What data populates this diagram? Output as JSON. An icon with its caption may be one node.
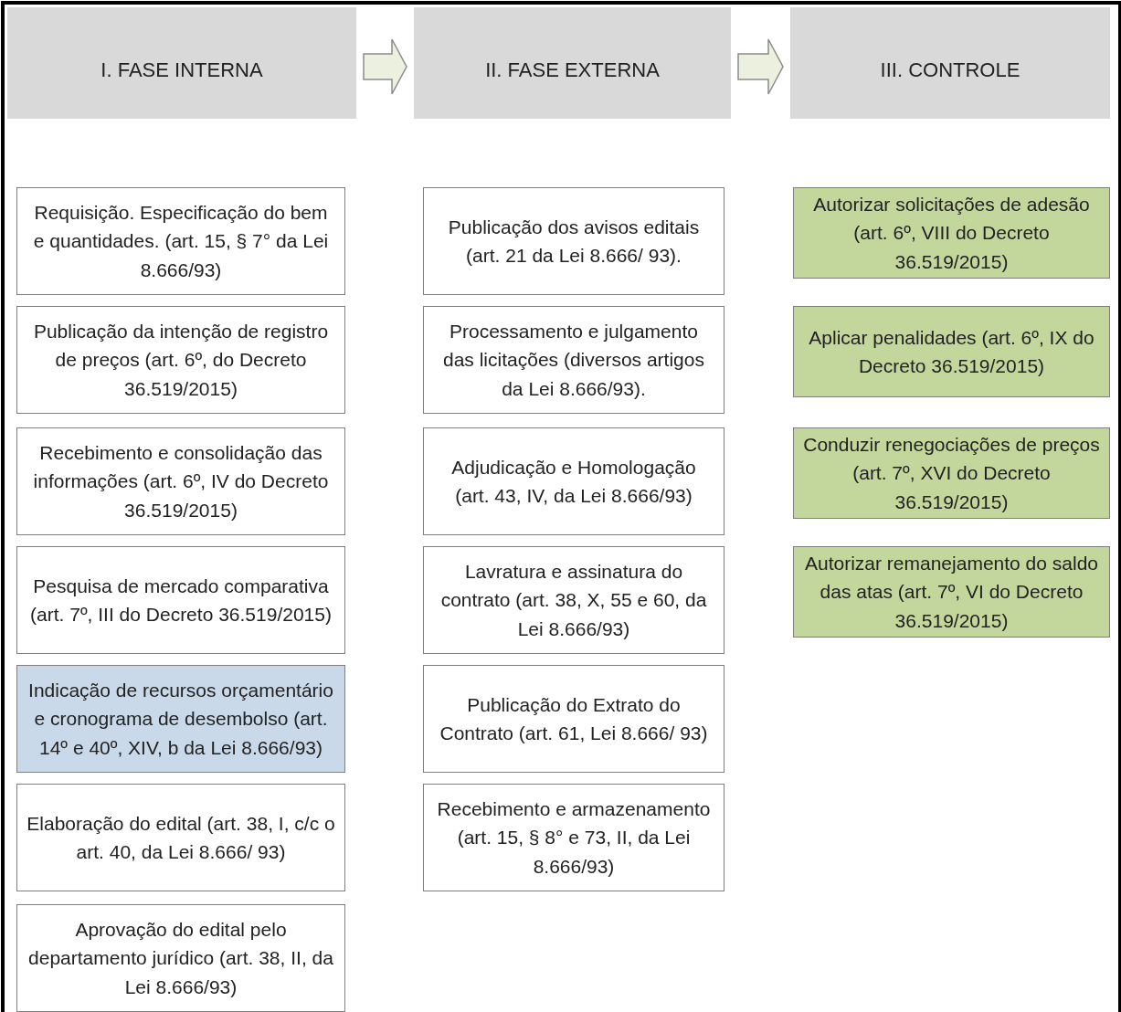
{
  "diagram": {
    "nodes": [
      {
        "text": [
          "I. FASE INTERNA"
        ]
      },
      {
        "text": [
          "II. FASE EXTERNA"
        ]
      },
      {
        "text": [
          "III. CONTROLE"
        ]
      },
      {
        "text": [
          "Requisição. Especificação do bem e quantidades. (art. 15, § 7° da Lei 8.666/93)"
        ]
      },
      {
        "text": [
          "Publicação da intenção de registro de preços (art. 6º, do Decreto 36.519/2015)"
        ]
      },
      {
        "text": [
          "Recebimento e consolidação das informações (art. 6º, IV do Decreto 36.519/2015)"
        ]
      },
      {
        "text": [
          "Pesquisa de mercado comparativa (art. 7º, III do Decreto 36.519/2015)"
        ]
      },
      {
        "text": [
          "Indicação de recursos orçamentário e cronograma de desembolso (art. 14º e 40º, XIV, b da Lei 8.666/93)"
        ]
      },
      {
        "text": [
          "Elaboração do edital (art. 38, I, c/c o art. 40, da Lei 8.666/ 93)"
        ]
      },
      {
        "text": [
          "Aprovação do edital pelo departamento jurídico (art. 38, II, da Lei 8.666/93)"
        ]
      },
      {
        "text": [
          "Publicação dos avisos editais (art. 21 da Lei 8.666/ 93)."
        ]
      },
      {
        "text": [
          "Processamento e julgamento das licitações (diversos artigos da Lei 8.666/93)."
        ]
      },
      {
        "text": [
          "Adjudicação e Homologação (art. 43, IV, da Lei 8.666/93)"
        ]
      },
      {
        "text": [
          "Lavratura e assinatura do contrato (art. 38, X, 55 e 60, da Lei 8.666/93)"
        ]
      },
      {
        "text": [
          "Publicação do Extrato do Contrato (art. 61, Lei 8.666/ 93)"
        ]
      },
      {
        "text": [
          "Recebimento e armazenamento (art. 15, § 8° e 73, II, da Lei 8.666/93)"
        ]
      },
      {
        "text": [
          "Autorizar solicitações de adesão (art. 6º, VIII do Decreto 36.519/2015)"
        ]
      },
      {
        "text": [
          "Aplicar penalidades (art. 6º, IX do Decreto 36.519/2015)"
        ]
      },
      {
        "text": [
          "Conduzir renegociações de preços (art. 7º, XVI do Decreto 36.519/2015)"
        ]
      },
      {
        "text": [
          "Autorizar remanejamento do saldo das atas (art. 7º, VI do Decreto 36.519/2015)"
        ]
      }
    ],
    "edges": [
      {
        "from": 0,
        "to": 1,
        "arrow": "to"
      },
      {
        "from": 1,
        "to": 2,
        "arrow": "to"
      }
    ]
  }
}
